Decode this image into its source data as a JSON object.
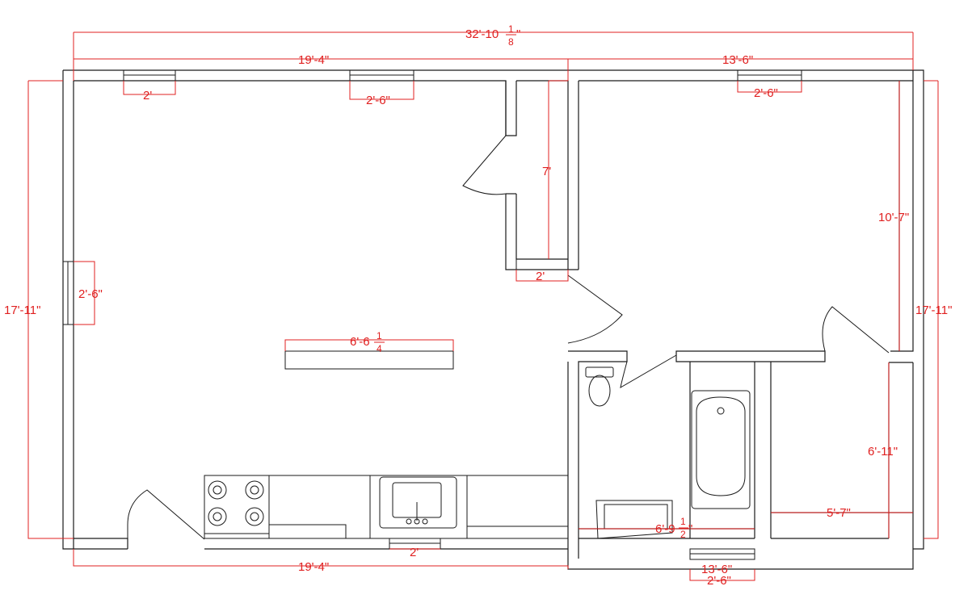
{
  "dimensions": {
    "overall_width": "32'-10",
    "overall_width_frac_num": "1",
    "overall_width_frac_den": "8",
    "overall_width_inch": "\"",
    "left_top_width": "19'-4\"",
    "right_top_width": "13'-6\"",
    "left_height": "17'-11\"",
    "right_height": "17'-11\"",
    "window_top_left": "2'",
    "window_top_mid": "2'-6\"",
    "window_top_right": "2'-6\"",
    "window_left_wall": "2'-6\"",
    "closet_height": "7'",
    "closet_width": "2'",
    "island_width": "6'-6",
    "island_frac_num": "1",
    "island_frac_den": "4",
    "bedroom_height": "10'-7\"",
    "closet2_height": "6'-11\"",
    "closet2_width": "5'-7\"",
    "bath_width": "6'-9",
    "bath_frac_num": "1",
    "bath_frac_den": "2",
    "bath_inch": "\"",
    "kitchen_window": "2'",
    "bottom_left_width": "19'-4\"",
    "bottom_right_width": "13'-6\"",
    "bottom_window": "2'-6\""
  },
  "colors": {
    "dimension": "#e02020",
    "wall": "#1a1a1a",
    "background": "#ffffff"
  }
}
